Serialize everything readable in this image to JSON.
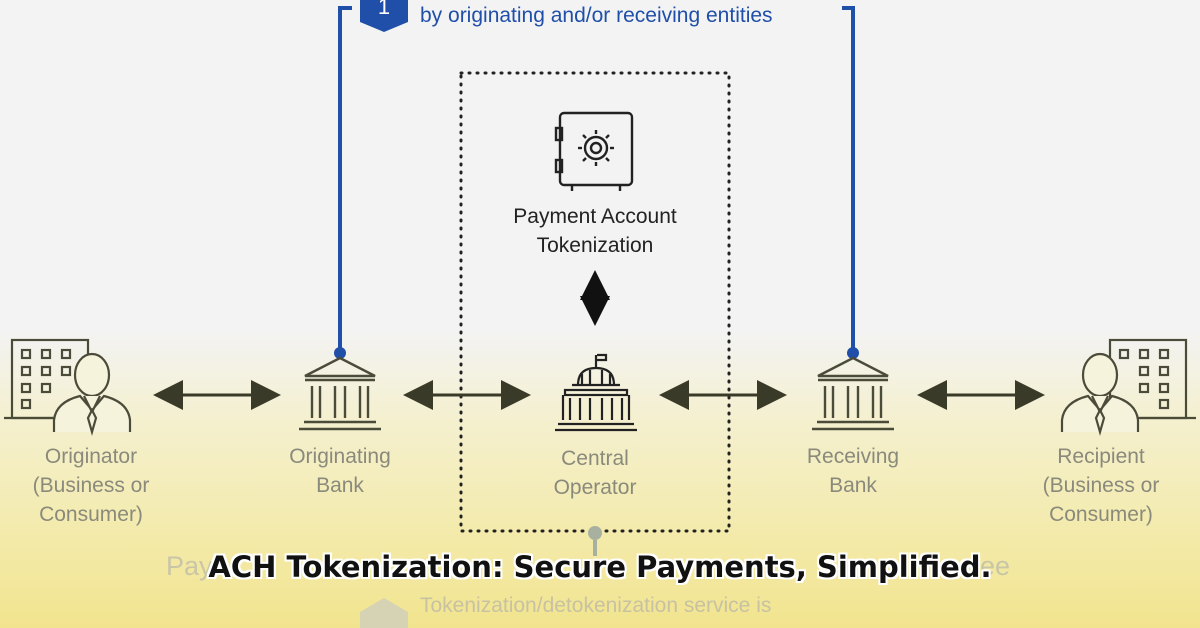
{
  "top_note": {
    "badge": "1",
    "text": "by originating and/or receiving entities"
  },
  "nodes": {
    "originator": "Originator\n(Business or\nConsumer)",
    "originating_bank": "Originating\nBank",
    "tokenization": "Payment Account\nTokenization",
    "central_operator": "Central\nOperator",
    "receiving_bank": "Receiving\nBank",
    "recipient": "Recipient\n(Business or\nConsumer)"
  },
  "headline": "ACH Tokenization: Secure Payments, Simplified.",
  "ghost_text": {
    "left_fragment": "Pay",
    "right_fragment": "ee",
    "bottom_note": "Tokenization/detokenization service is"
  },
  "colors": {
    "accent_blue": "#1f4fa8",
    "arrow": "#3a3a28",
    "icon_stroke": "#4b4b3a"
  },
  "icons": [
    "building-icon",
    "person-icon",
    "bank-icon",
    "vault-icon",
    "capitol-icon"
  ]
}
